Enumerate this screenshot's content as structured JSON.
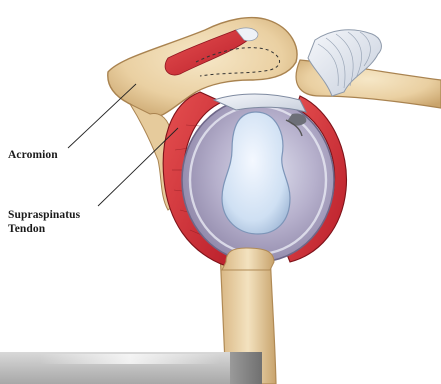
{
  "labels": {
    "acromion": "Acromion",
    "supraspinatus_line1": "Supraspinatus",
    "supraspinatus_line2": "Tendon"
  }
}
